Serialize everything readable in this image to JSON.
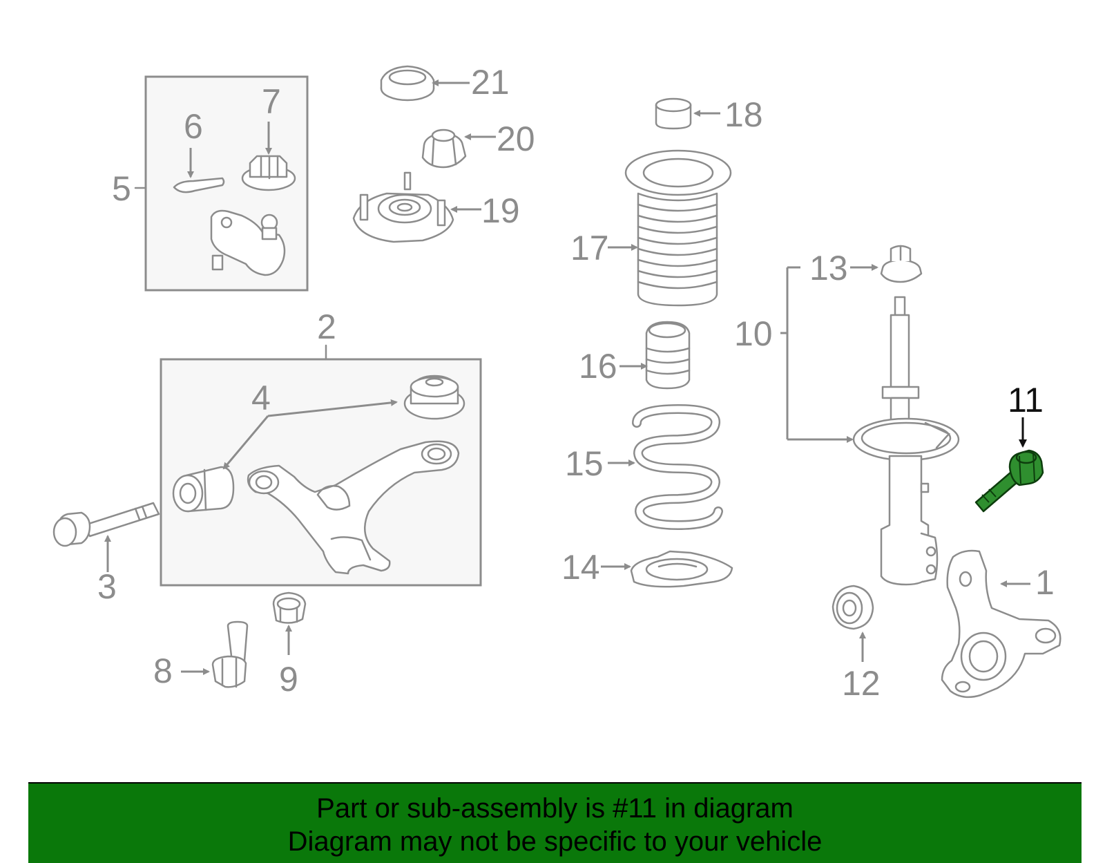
{
  "callouts": {
    "c1": "1",
    "c2": "2",
    "c3": "3",
    "c4": "4",
    "c5": "5",
    "c6": "6",
    "c7": "7",
    "c8": "8",
    "c9": "9",
    "c10": "10",
    "c11": "11",
    "c12": "12",
    "c13": "13",
    "c14": "14",
    "c15": "15",
    "c16": "16",
    "c17": "17",
    "c18": "18",
    "c19": "19",
    "c20": "20",
    "c21": "21"
  },
  "highlighted_part": "11",
  "colors": {
    "highlight": "#2f8f2f",
    "banner": "#0a780a",
    "linework": "#8c8c8c"
  },
  "banner": {
    "line1": "Part or sub-assembly is #11 in diagram",
    "line2": "Diagram may not be specific to your vehicle"
  }
}
